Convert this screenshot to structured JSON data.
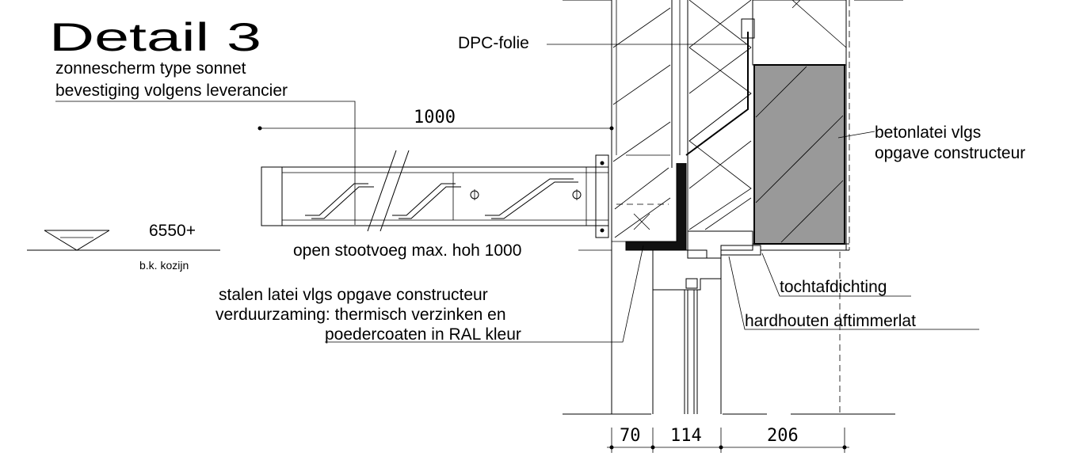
{
  "title": "Detail 3",
  "labels": {
    "sunscreen_line1": "zonnescherm type sonnet",
    "sunscreen_line2": "bevestiging volgens leverancier",
    "dpc": "DPC-folie",
    "beton_line1": "betonlatei vlgs",
    "beton_line2": "opgave constructeur",
    "level_value": "6550+",
    "level_note": "b.k. kozijn",
    "stootvoeg": "open stootvoeg max. hoh 1000",
    "steel_line1": "stalen latei vlgs opgave constructeur",
    "steel_line2": "verduurzaming: thermisch verzinken en",
    "steel_line3": "poedercoaten in RAL kleur",
    "tocht": "tochtafdichting",
    "aftimmer": "hardhouten aftimmerlat"
  },
  "dimensions": {
    "overhang": "1000",
    "d1": "70",
    "d2": "114",
    "d3": "206"
  },
  "colors": {
    "line": "#000000",
    "concrete": "#999999",
    "background": "#ffffff"
  }
}
